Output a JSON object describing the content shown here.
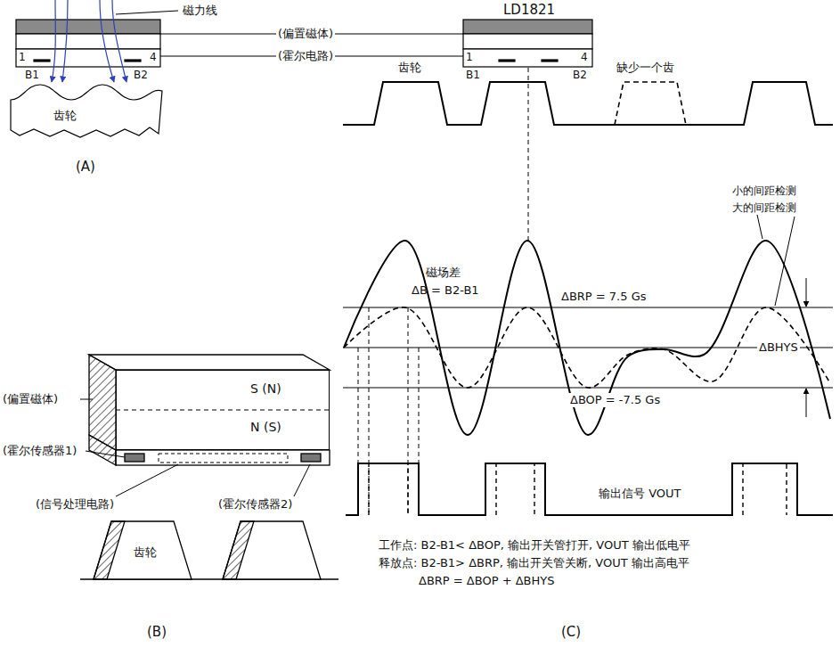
{
  "diagram": {
    "nodes": [
      {
        "text": [
          "S (N)",
          "N (S)"
        ]
      }
    ],
    "labels": [
      "磁力线",
      "LD1821",
      "(偏置磁体)",
      "(霍尔电路)",
      "1",
      "4",
      "B1",
      "B2",
      "齿轮",
      "(A)",
      "1",
      "4",
      "B1",
      "B2",
      "齿轮",
      "缺少一个齿",
      "小的间距检测",
      "大的间距检测",
      "磁场差",
      "ΔB = B2-B1",
      "ΔBRP = 7.5 Gs",
      "ΔBHYS",
      "ΔBOP = -7.5 Gs",
      "输出信号 VOUT",
      "工作点: B2-B1< ΔBOP, 输出开关管打开, VOUT 输出低电平",
      "释放点: B2-B1> ΔBRP, 输出开关管关断, VOUT 输出高电平",
      "ΔBRP = ΔBOP + ΔBHYS",
      "(C)",
      "(偏置磁体)",
      "(霍尔传感器1)",
      "(信号处理电路)",
      "(霍尔传感器2)",
      "齿轮",
      "(B)"
    ]
  }
}
